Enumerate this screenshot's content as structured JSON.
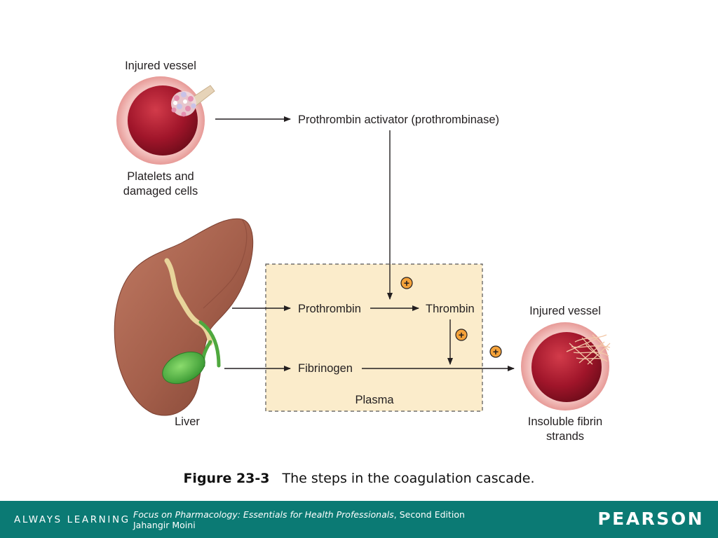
{
  "diagram": {
    "top_vessel_title": "Injured vessel",
    "top_vessel_caption_line1": "Platelets and",
    "top_vessel_caption_line2": "damaged cells",
    "prothrombin_activator": "Prothrombin activator (prothrombinase)",
    "liver_label": "Liver",
    "prothrombin": "Prothrombin",
    "thrombin": "Thrombin",
    "fibrinogen": "Fibrinogen",
    "plasma": "Plasma",
    "plus_sign": "+",
    "right_vessel_title": "Injured vessel",
    "right_vessel_caption_line1": "Insoluble fibrin",
    "right_vessel_caption_line2": "strands"
  },
  "caption": {
    "figure_number": "Figure 23-3",
    "text": "The steps in the coagulation cascade."
  },
  "footer": {
    "tagline": "ALWAYS LEARNING",
    "book_title": "Focus on Pharmacology: Essentials for Health Professionals",
    "book_edition": ", Second Edition",
    "author": "Jahangir Moini",
    "publisher": "PEARSON"
  },
  "colors": {
    "footer_bg": "#0b7a74",
    "plasma_fill": "#fbeccb",
    "plus_fill": "#f4a23a",
    "vessel_outer": "#f2b8b5",
    "vessel_inner": "#a0152a",
    "liver": "#a8624f",
    "gallbladder": "#5bbf4a"
  }
}
